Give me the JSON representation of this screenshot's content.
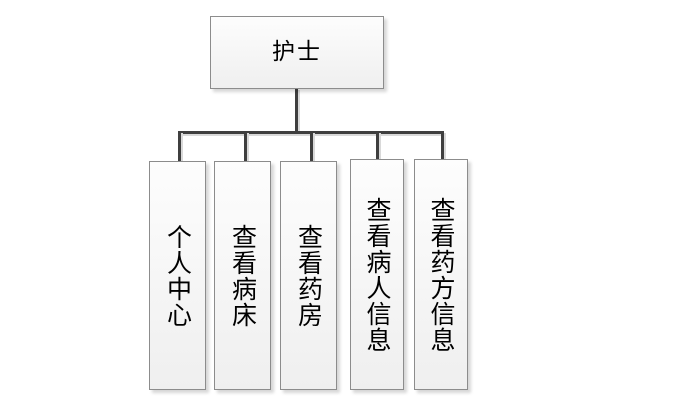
{
  "diagram": {
    "type": "organization-tree",
    "title": "护士",
    "root": {
      "label": "护士"
    },
    "children": [
      {
        "label": "个人中心"
      },
      {
        "label": "查看病床"
      },
      {
        "label": "查看药房"
      },
      {
        "label": "查看病人信息"
      },
      {
        "label": "查看药方信息"
      }
    ],
    "colors": {
      "box_border": "#8c8c8c",
      "box_fill_top": "#fdfdfd",
      "box_fill_bottom": "#efefef",
      "connector": "#3f3f3f",
      "background": "#ffffff",
      "text": "#000000"
    }
  }
}
